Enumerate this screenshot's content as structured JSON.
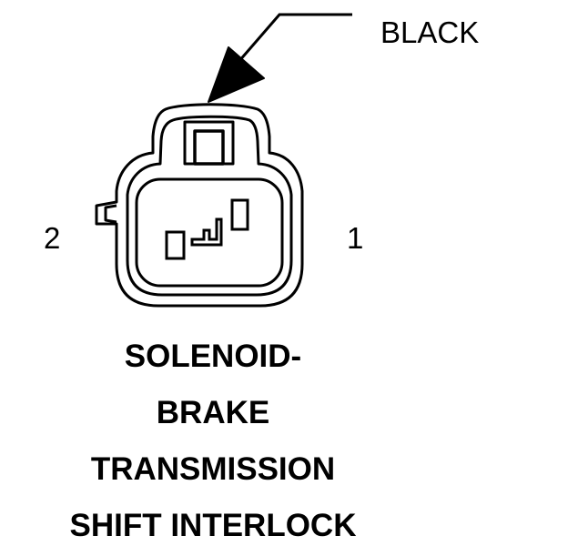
{
  "connector": {
    "color_label": "BLACK",
    "pins": [
      "2",
      "1"
    ]
  },
  "title": {
    "lines": [
      "SOLENOID-",
      "BRAKE",
      "TRANSMISSION",
      "SHIFT INTERLOCK"
    ]
  }
}
